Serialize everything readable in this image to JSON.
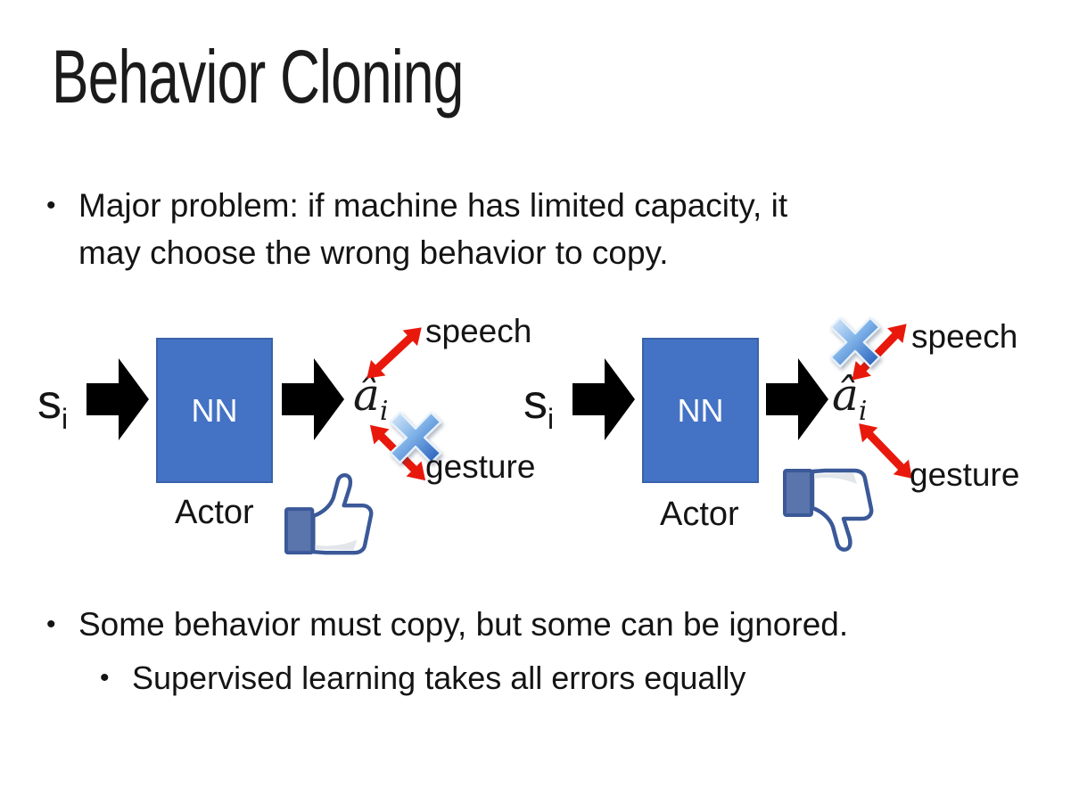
{
  "slide": {
    "title": "Behavior Cloning",
    "bullets": {
      "marker": "•",
      "major_line1": "Major problem: if machine has limited capacity, it",
      "major_line2": "may choose the wrong behavior to copy.",
      "some_behavior": "Some behavior must copy, but some can be ignored.",
      "supervised": "Supervised learning takes all errors equally"
    }
  },
  "diagrams": {
    "left": {
      "input": "s",
      "input_sub": "i",
      "box": "NN",
      "output": "â",
      "output_sub": "i",
      "role": "Actor",
      "speech": "speech",
      "gesture": "gesture",
      "crossed_out": "gesture",
      "feedback_icon": "thumbs-up"
    },
    "right": {
      "input": "s",
      "input_sub": "i",
      "box": "NN",
      "output": "â",
      "output_sub": "i",
      "role": "Actor",
      "speech": "speech",
      "gesture": "gesture",
      "crossed_out": "speech",
      "feedback_icon": "thumbs-down"
    }
  },
  "colors": {
    "background": "#FFFFFF",
    "text": "#141414",
    "nn_fill": "#4472C4",
    "nn_border": "#3A62A8",
    "nn_text": "#FFFFFF",
    "black_arrow": "#000000",
    "red_arrow": "#E8190C",
    "cross_light": "#DDEBFA",
    "cross_mid": "#7FB2E8",
    "cross_dark": "#2059B8",
    "thumb_outline": "#3B5998",
    "thumb_cuff": "#5A74AC",
    "thumb_hand": "#FFFFFF"
  }
}
